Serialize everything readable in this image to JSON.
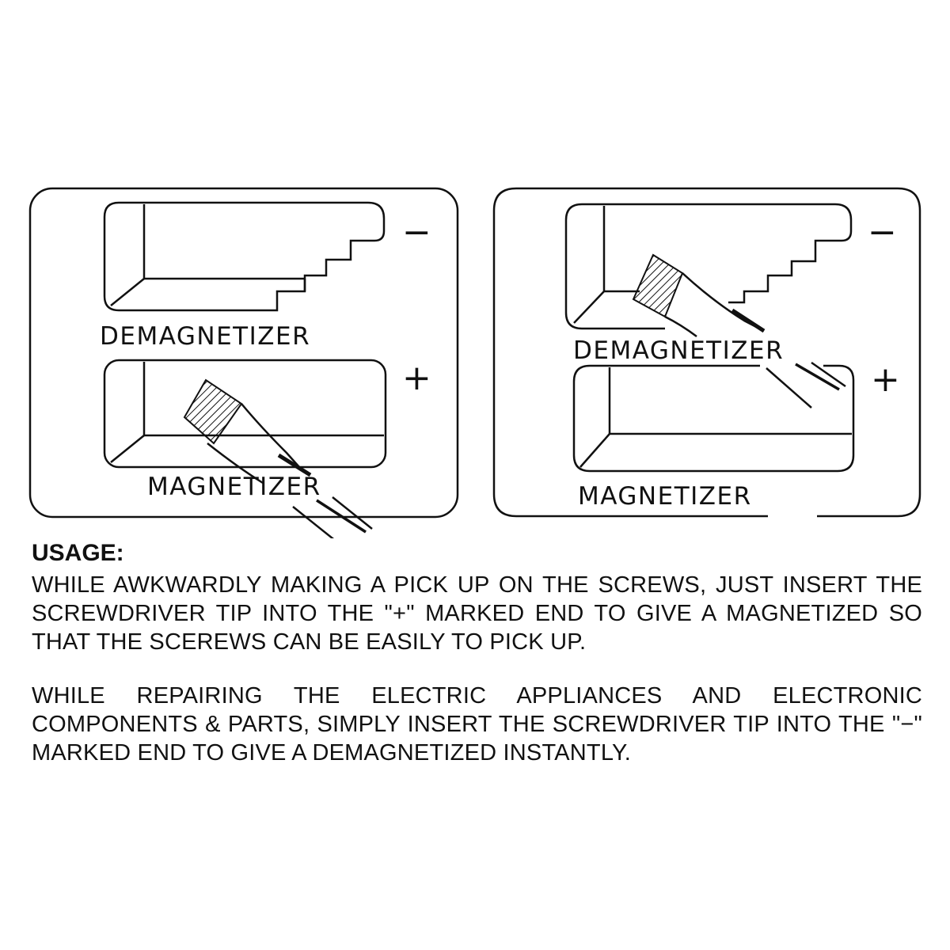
{
  "panels": [
    {
      "top_label": "DEMAGNETIZER",
      "top_sign": "−",
      "bottom_label": "MAGNETIZER",
      "bottom_sign": "+"
    },
    {
      "top_label": "DEMAGNETIZER",
      "top_sign": "−",
      "bottom_label": "MAGNETIZER",
      "bottom_sign": "+"
    }
  ],
  "usage": {
    "title": "USAGE:",
    "paragraphs": [
      "WHILE AWKWARDLY MAKING A PICK UP ON  THE SCREWS, JUST INSERT THE SCREWDRIVER TIP INTO THE \"+\" MARKED END TO GIVE A MAGNETIZED SO THAT THE SCEREWS CAN BE EASILY TO PICK UP.",
      "WHILE REPAIRING THE ELECTRIC APPLIANCES AND ELECTRONIC COMPONENTS & PARTS, SIMPLY INSERT THE SCREWDRIVER TIP INTO THE \"−\" MARKED END TO GIVE A DEMAGNETIZED INSTANTLY."
    ]
  }
}
